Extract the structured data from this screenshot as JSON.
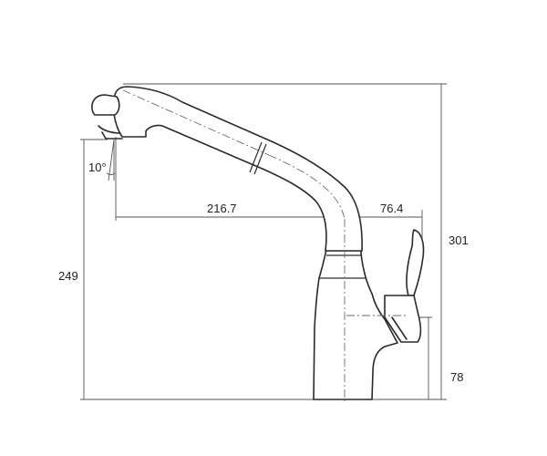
{
  "diagram": {
    "dimensions": {
      "angle": "10°",
      "spout_reach": "216.7",
      "handle_offset": "76.4",
      "total_height": "301",
      "spout_height": "249",
      "handle_height": "78"
    },
    "colors": {
      "line": "#2a2a2a",
      "dimension_line": "#555555",
      "background": "#ffffff"
    }
  }
}
